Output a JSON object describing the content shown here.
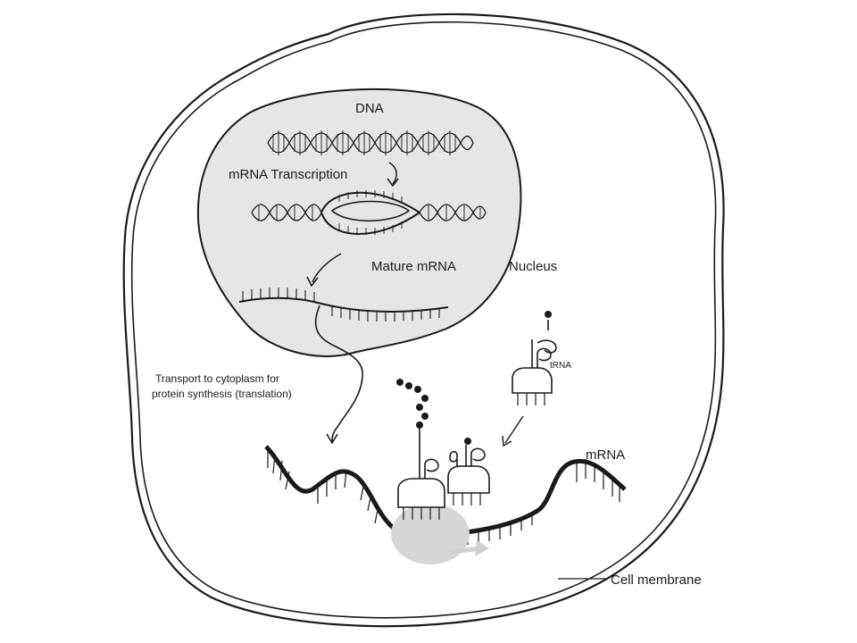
{
  "labels": {
    "dna": "DNA",
    "transcription": "mRNA Transcription",
    "mature_mrna": "Mature mRNA",
    "nucleus": "Nucleus",
    "transport_line1": "Transport to cytoplasm for",
    "transport_line2": "protein synthesis (translation)",
    "trna": "tRNA",
    "mrna": "mRNA",
    "cell_membrane": "Cell membrane"
  },
  "colors": {
    "ink": "#1a1a1a",
    "nucleus_fill": "#e6e6e6",
    "ribosome_fill": "#d6d6d6",
    "background": "#ffffff"
  }
}
